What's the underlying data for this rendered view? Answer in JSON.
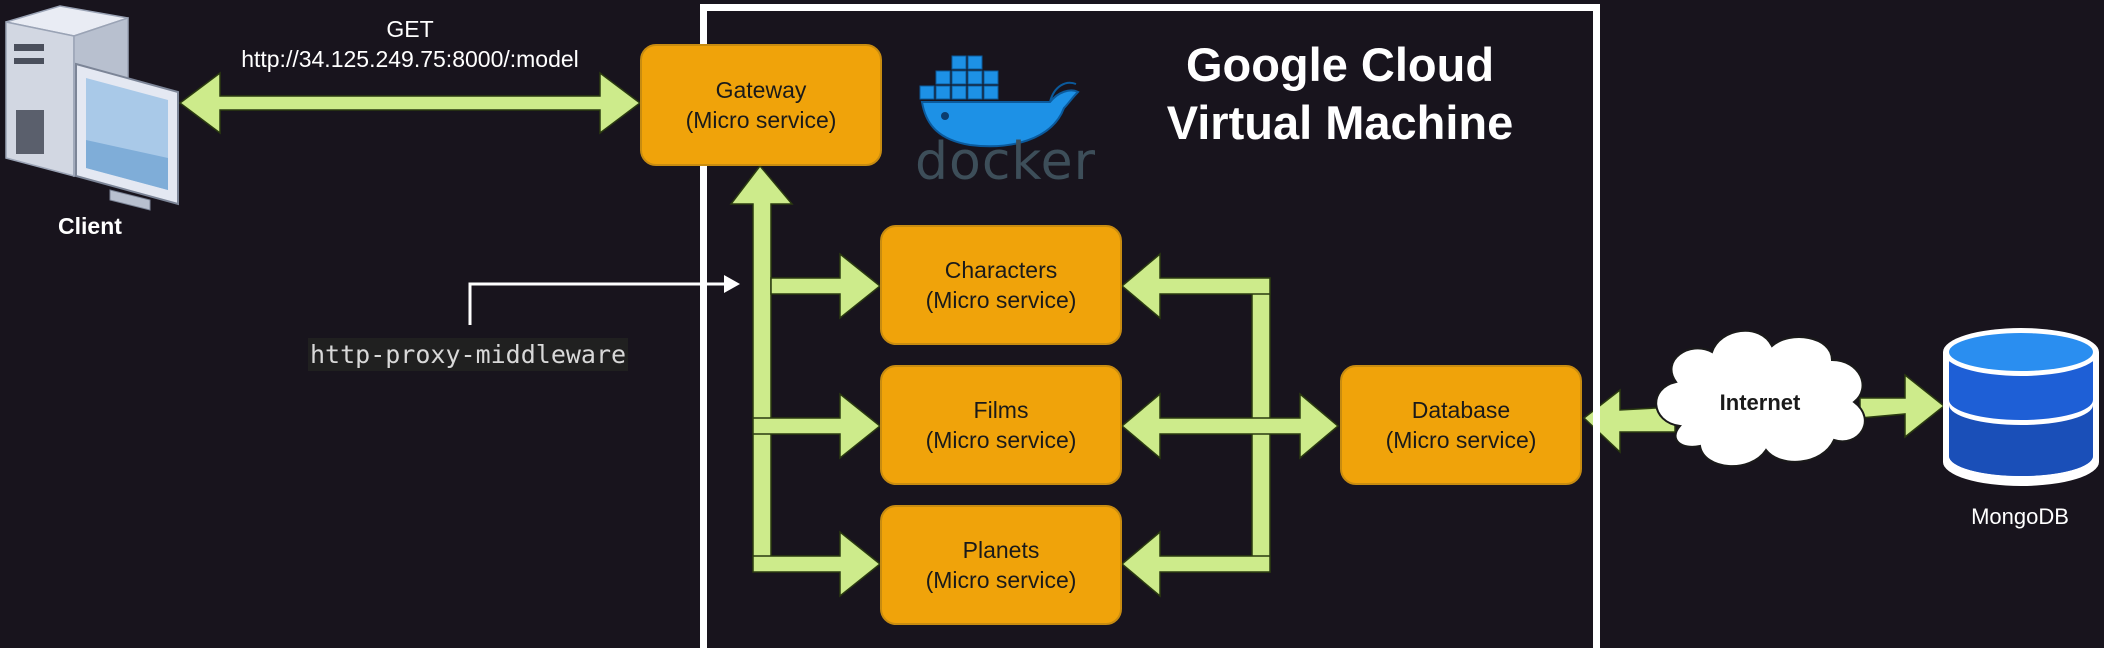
{
  "client": {
    "label": "Client"
  },
  "request": {
    "method": "GET",
    "url": "http://34.125.249.75:8000/:model"
  },
  "vm": {
    "title_line1": "Google Cloud",
    "title_line2": "Virtual Machine",
    "docker_label": "docker"
  },
  "services": {
    "gateway": {
      "name": "Gateway",
      "kind": "(Micro service)"
    },
    "characters": {
      "name": "Characters",
      "kind": "(Micro service)"
    },
    "films": {
      "name": "Films",
      "kind": "(Micro service)"
    },
    "planets": {
      "name": "Planets",
      "kind": "(Micro service)"
    },
    "database": {
      "name": "Database",
      "kind": "(Micro service)"
    }
  },
  "middleware": {
    "label": "http-proxy-middleware"
  },
  "internet": {
    "label": "Internet"
  },
  "mongodb": {
    "label": "MongoDB"
  },
  "colors": {
    "background": "#18141d",
    "service_fill": "#f0a30a",
    "arrow_fill": "#cdeb8b",
    "frame": "#ffffff",
    "db_blue": "#1e5fd6"
  }
}
